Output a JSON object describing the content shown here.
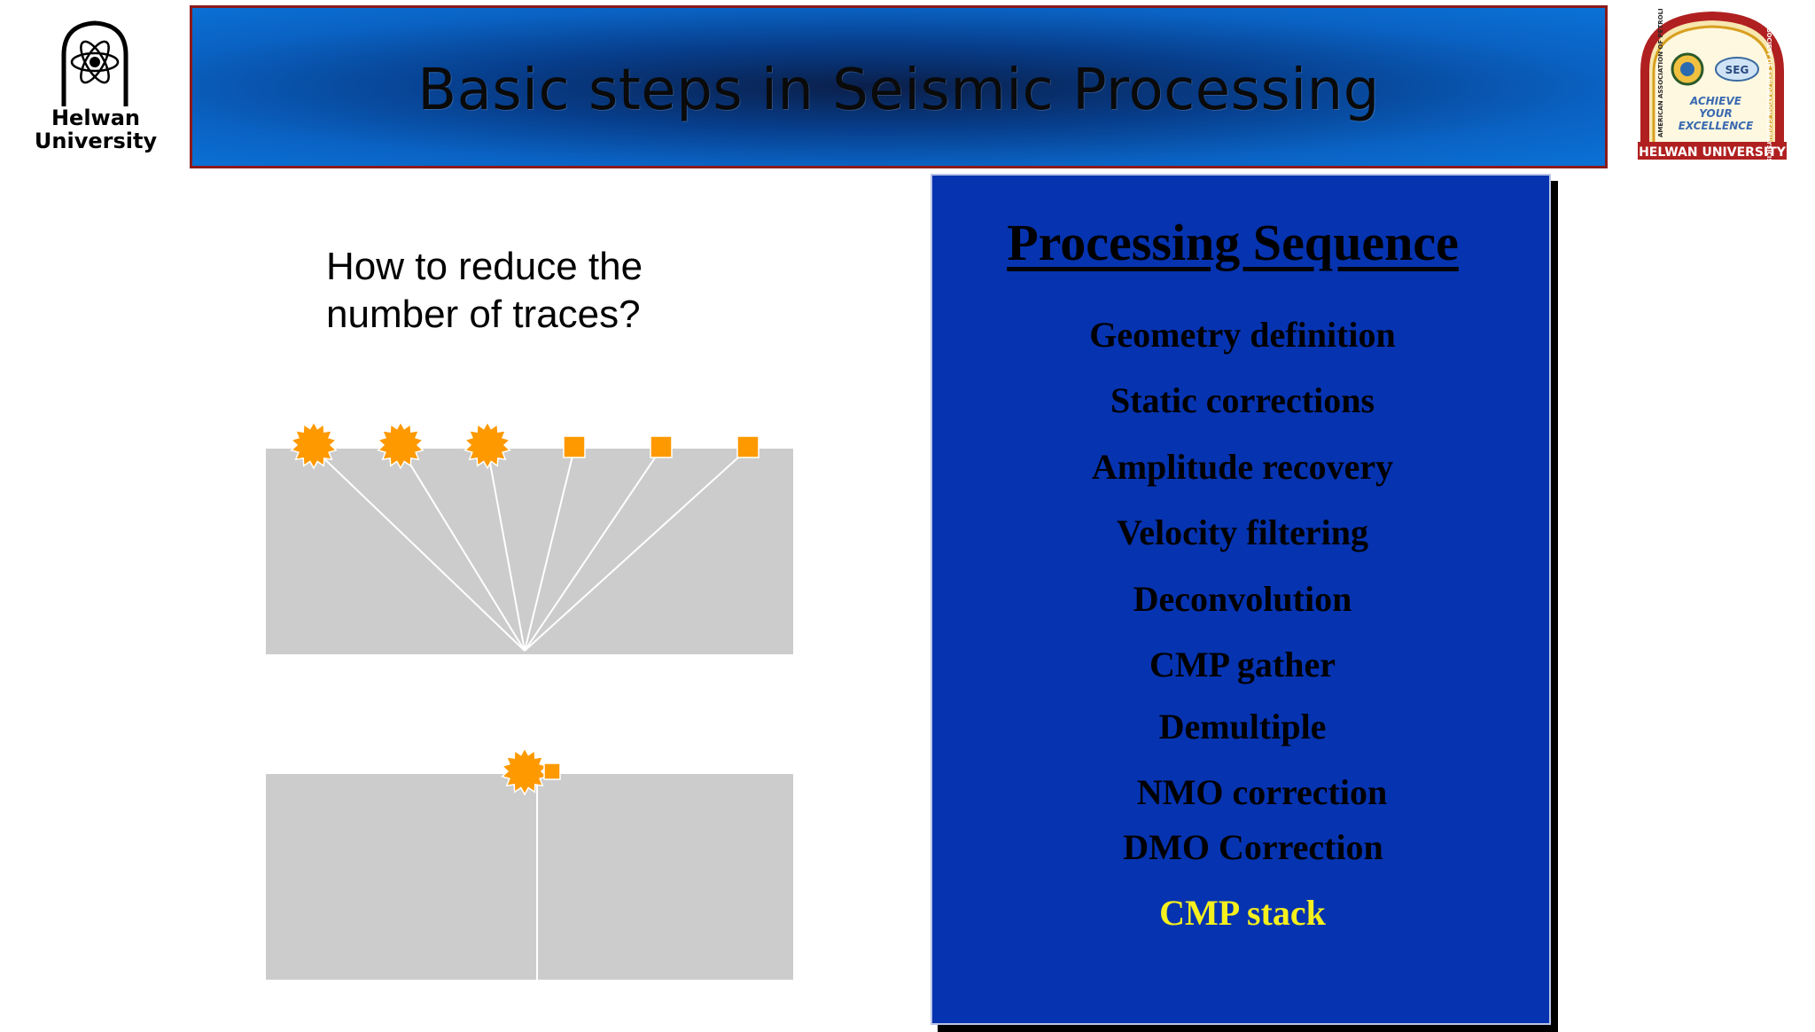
{
  "header": {
    "title": "Basic steps in Seismic Processing"
  },
  "logos": {
    "left": {
      "line1": "Helwan",
      "line2": "University"
    },
    "right": {
      "motto_1": "ACHIEVE",
      "motto_2": "YOUR",
      "motto_3": "EXCELLENCE",
      "banner": "HELWAN UNIVERSITY",
      "arc_left": "AMERICAN ASSOCIATION OF PETROLEUM GEOLOGISTS",
      "arc_right": "SOCIETY OF EXPLORATION GEOPHYSICISTS",
      "badge": "SEG"
    }
  },
  "question": {
    "line1": "How to reduce the",
    "line2": "number of traces?"
  },
  "diagram_top": {
    "source_count": 3,
    "receiver_count": 3,
    "colors": {
      "ground": "#cccccc",
      "marker": "#ff9900",
      "ray": "#ffffff"
    }
  },
  "diagram_bottom": {
    "source_count": 1,
    "receiver_count": 1
  },
  "panel": {
    "heading": "Processing Sequence",
    "steps": [
      "Geometry definition",
      "Static corrections",
      "Amplitude recovery",
      "Velocity filtering",
      "Deconvolution",
      "CMP gather",
      "Demultiple",
      "NMO correction",
      "DMO Correction",
      "CMP stack"
    ],
    "highlight_step": "CMP stack",
    "colors": {
      "background": "#0633b0",
      "text": "#000000",
      "highlight": "#f5f01e"
    }
  }
}
